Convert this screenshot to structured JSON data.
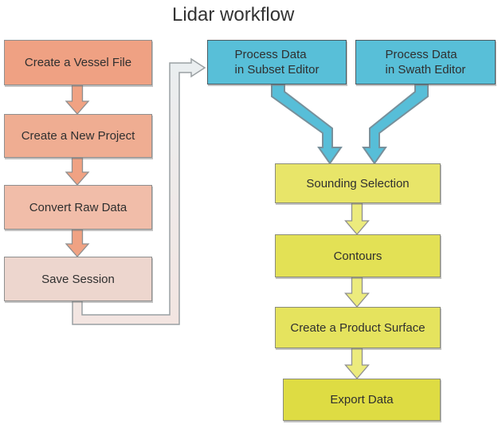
{
  "title": "Lidar workflow",
  "left_column": {
    "boxes": [
      {
        "label": "Create a Vessel File",
        "fill": "#efa183"
      },
      {
        "label": "Create a New Project",
        "fill": "#efad92"
      },
      {
        "label": "Convert Raw Data",
        "fill": "#f1bda9"
      },
      {
        "label": "Save Session",
        "fill": "#edd6ce"
      }
    ],
    "arrow_fill": "#f0a283"
  },
  "editors": {
    "boxes": [
      {
        "line1": "Process Data",
        "line2": "in Subset Editor",
        "fill": "#58bfd8"
      },
      {
        "line1": "Process Data",
        "line2": "in Swath Editor",
        "fill": "#58bfd8"
      }
    ],
    "arrow_fill": "#57bed8"
  },
  "pipeline": {
    "boxes": [
      {
        "label": "Sounding Selection",
        "fill": "#e8e569"
      },
      {
        "label": "Contours",
        "fill": "#e3e155"
      },
      {
        "label": "Create a Product Surface",
        "fill": "#e5e35e"
      },
      {
        "label": "Export Data",
        "fill": "#dedc43"
      }
    ],
    "arrow_fill": "#eceb7d"
  },
  "connector": {
    "gradient_top": "#eaeef0",
    "gradient_bottom": "#f3e5e1"
  }
}
